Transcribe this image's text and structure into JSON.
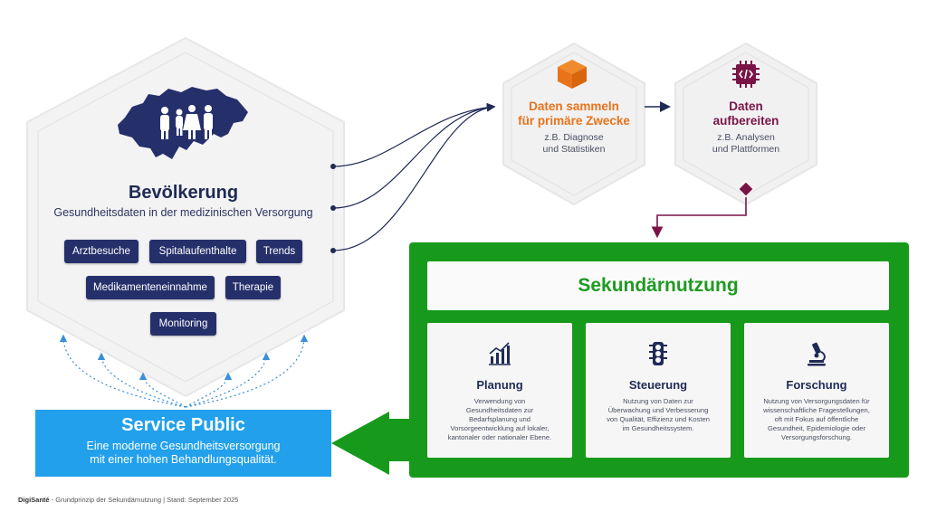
{
  "population": {
    "title": "Bevölkerung",
    "subtitle": "Gesundheitsdaten in der medizinischen Versorgung",
    "tags": [
      "Arztbesuche",
      "Spitalaufenthalte",
      "Trends",
      "Medikamenteneinnahme",
      "Therapie",
      "Monitoring"
    ]
  },
  "collect": {
    "title_line1": "Daten sammeln",
    "title_line2": "für primäre Zwecke",
    "sub_line1": "z.B. Diagnose",
    "sub_line2": "und Statistiken",
    "color": "#e8731a"
  },
  "prepare": {
    "title_line1": "Daten",
    "title_line2": "aufbereiten",
    "sub_line1": "z.B. Analysen",
    "sub_line2": "und Plattformen",
    "color": "#7a1446"
  },
  "secondary": {
    "title": "Sekundärnutzung",
    "color": "#179a1b",
    "cards": [
      {
        "icon": "bar-chart-icon",
        "title": "Planung",
        "lines": [
          "Verwendung von",
          "Gesundheitsdaten zur",
          "Bedarfsplanung und",
          "Vorsorgeentwicklung auf lokaler,",
          "kantonaler oder nationaler Ebene."
        ]
      },
      {
        "icon": "traffic-light-icon",
        "title": "Steuerung",
        "lines": [
          "Nutzung von Daten zur",
          "Überwachung und Verbesserung",
          "von Qualität, Effizienz und Kosten",
          "im Gesundheitssystem."
        ]
      },
      {
        "icon": "microscope-icon",
        "title": "Forschung",
        "lines": [
          "Nutzung von Versorgungsdaten für",
          "wissenschaftliche Fragestellungen,",
          "oft mit Fokus auf öffentliche",
          "Gesundheit, Epidemiologie oder",
          "Versorgungsforschung."
        ]
      }
    ]
  },
  "service_public": {
    "title": "Service Public",
    "line1": "Eine moderne Gesundheitsversorgung",
    "line2": "mit einer hohen Behandlungsqualität.",
    "color": "#22a0ec"
  },
  "footer": {
    "brand": "DigiSanté",
    "text": " - Grundprinzip der Sekundärnutzung | Stand: September 2025"
  }
}
